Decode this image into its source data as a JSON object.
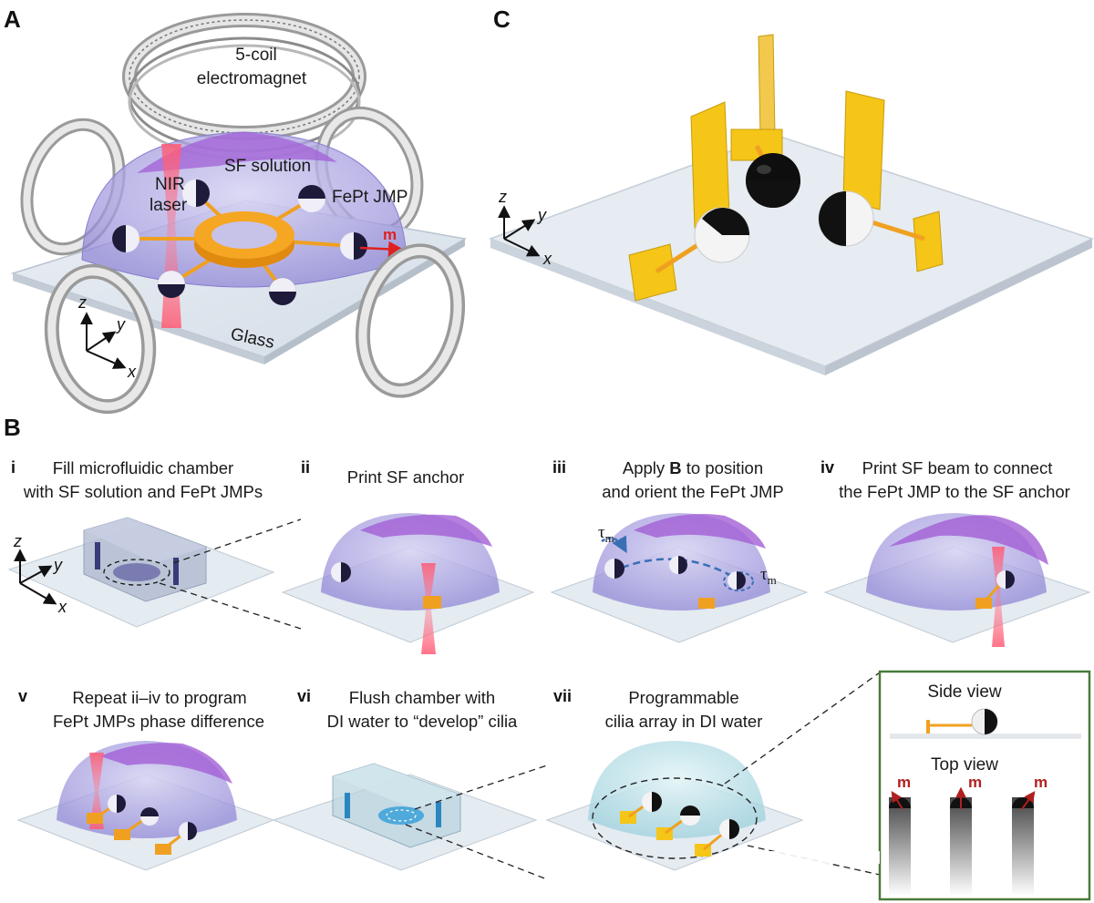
{
  "panels": {
    "A": {
      "letter": "A",
      "electromagnet_label_1": "5-coil",
      "electromagnet_label_2": "electromagnet",
      "sf_solution": "SF solution",
      "nir_1": "NIR",
      "nir_2": "laser",
      "jmp": "FePt JMP",
      "m": "m",
      "glass": "Glass",
      "axes": {
        "z": "z",
        "y": "y",
        "x": "x"
      }
    },
    "B": {
      "letter": "B",
      "steps": [
        {
          "numeral": "i",
          "line1": "Fill microfluidic chamber",
          "line2": "with SF solution and FePt JMPs"
        },
        {
          "numeral": "ii",
          "line1": "Print SF anchor",
          "line2": ""
        },
        {
          "numeral": "iii",
          "line1_pre": "Apply ",
          "line1_bold": "B",
          "line1_post": " to position",
          "line2": "and orient the FePt JMP"
        },
        {
          "numeral": "iv",
          "line1": "Print SF beam to connect",
          "line2": "the FePt JMP to the SF anchor"
        },
        {
          "numeral": "v",
          "line1": "Repeat ii–iv to program",
          "line2": "FePt JMPs phase difference"
        },
        {
          "numeral": "vi",
          "line1": "Flush chamber with",
          "line2": "DI water to “develop” cilia"
        },
        {
          "numeral": "vii",
          "line1": "Programmable",
          "line2": "cilia array in DI water"
        }
      ],
      "tau": "τ",
      "tau_sub": "m",
      "axes": {
        "z": "z",
        "y": "y",
        "x": "x"
      },
      "inset": {
        "side_view": "Side view",
        "top_view": "Top view",
        "m": "m"
      }
    },
    "C": {
      "letter": "C",
      "axes": {
        "z": "z",
        "y": "y",
        "x": "x"
      }
    }
  },
  "colors": {
    "sf_purple": "#a25fd6",
    "anchor_orange": "#f0a020",
    "beam_yellow": "#f5c518",
    "laser_red": "#ff4d6a",
    "m_arrow": "#b02020",
    "inset_border": "#4a7a3a",
    "developer_blue": "#3aa0d8"
  }
}
